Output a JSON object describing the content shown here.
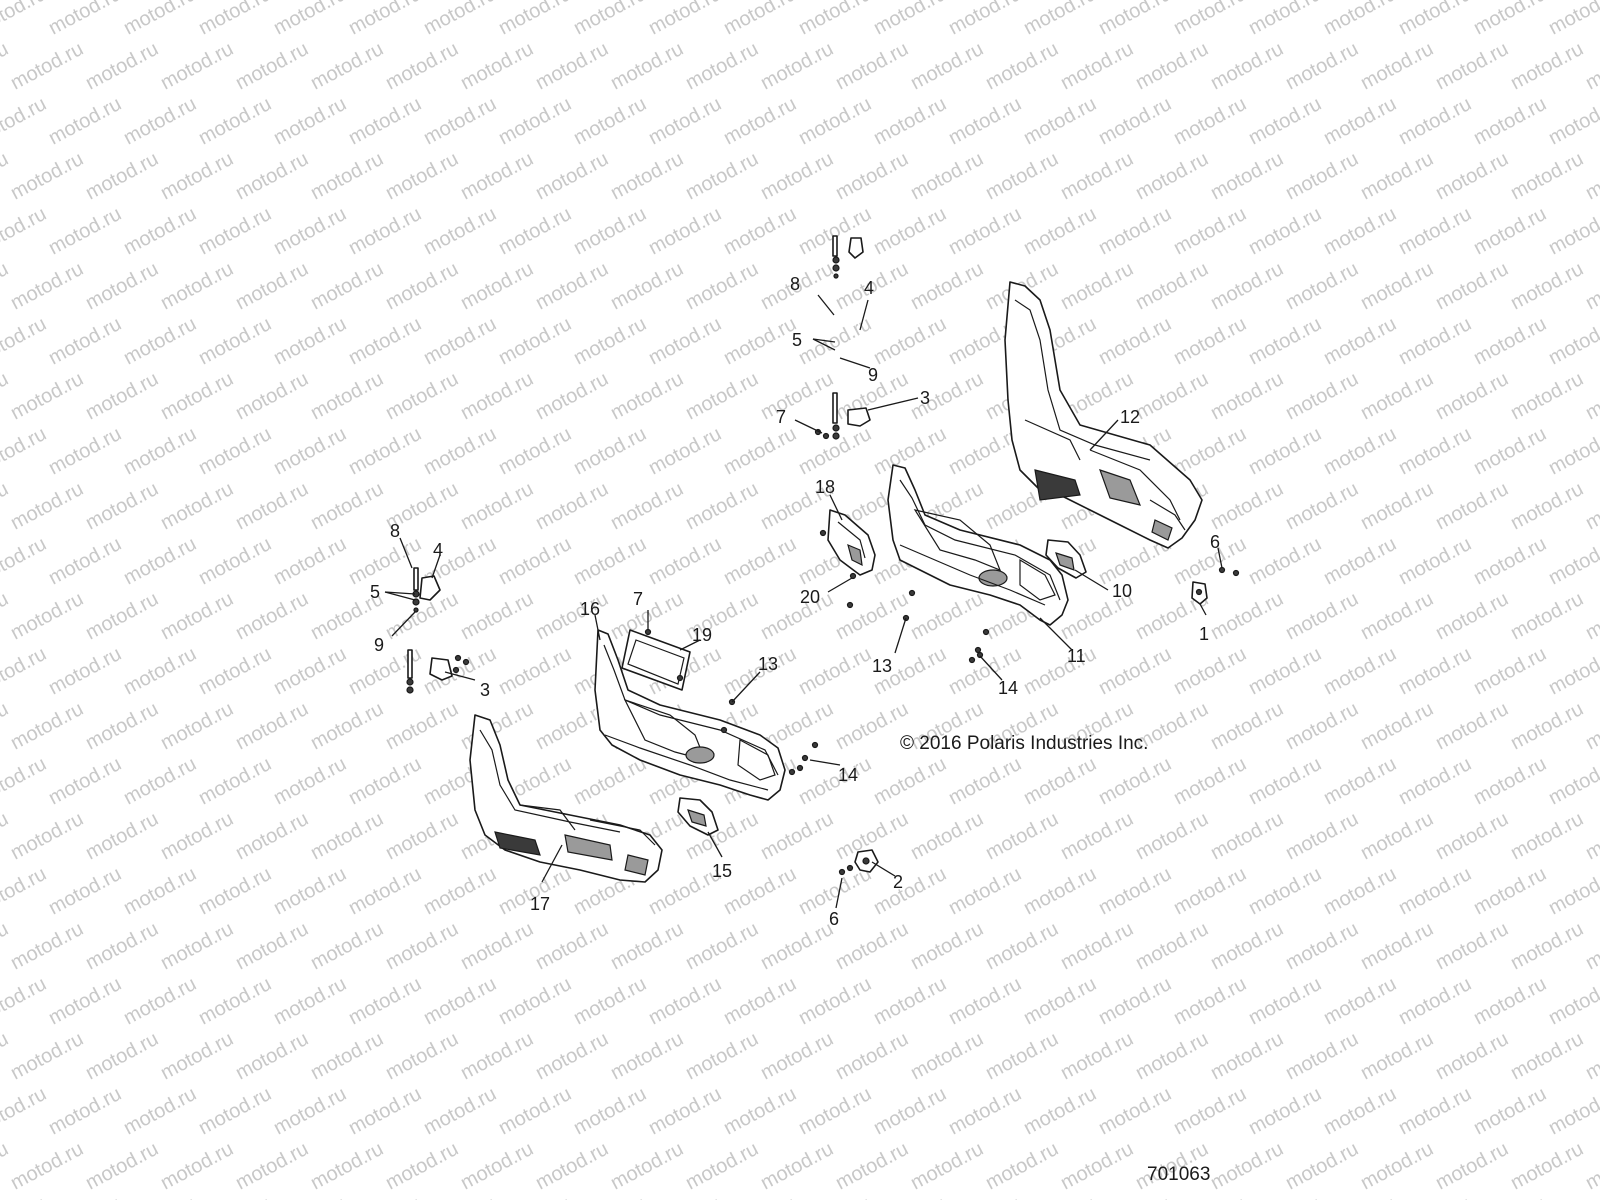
{
  "watermark": "motod.ru",
  "copyright": "© 2016 Polaris Industries Inc.",
  "figure_number": "701063",
  "callouts": {
    "c1": "1",
    "c2": "2",
    "c3a": "3",
    "c3b": "3",
    "c4a": "4",
    "c4b": "4",
    "c5a": "5",
    "c5b": "5",
    "c6a": "6",
    "c6b": "6",
    "c7a": "7",
    "c7b": "7",
    "c8a": "8",
    "c8b": "8",
    "c9a": "9",
    "c9b": "9",
    "c10": "10",
    "c11": "11",
    "c12": "12",
    "c13a": "13",
    "c13b": "13",
    "c14a": "14",
    "c14b": "14",
    "c15": "15",
    "c16": "16",
    "c17": "17",
    "c18": "18",
    "c19": "19",
    "c20": "20"
  },
  "colors": {
    "ink": "#1a1a1a",
    "watermark": "#c8c8c8",
    "background": "#ffffff"
  }
}
